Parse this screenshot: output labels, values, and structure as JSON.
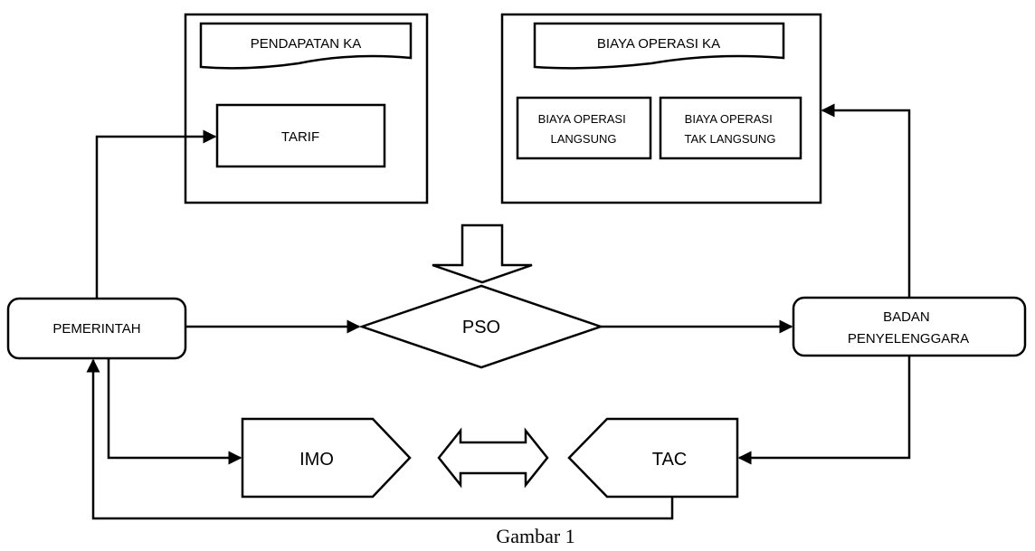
{
  "diagram": {
    "pendapatan": {
      "title": "PENDAPATAN KA",
      "tarif": "TARIF"
    },
    "biaya": {
      "title": "BIAYA OPERASI KA",
      "langsung": [
        "BIAYA OPERASI",
        "LANGSUNG"
      ],
      "tak_langsung": [
        "BIAYA OPERASI",
        "TAK LANGSUNG"
      ]
    },
    "pemerintah": "PEMERINTAH",
    "pso": "PSO",
    "badan": [
      "BADAN",
      "PENYELENGGARA"
    ],
    "imo": "IMO",
    "tac": "TAC",
    "caption": "Gambar 1"
  }
}
